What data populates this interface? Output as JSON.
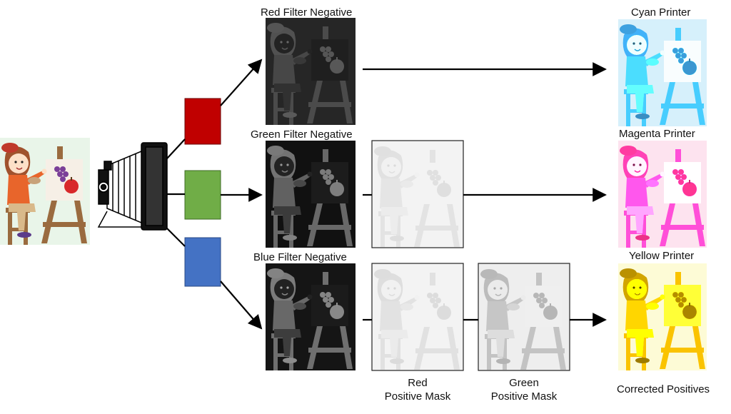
{
  "labels": {
    "red_negative": "Red Filter Negative",
    "green_negative": "Green Filter Negative",
    "blue_negative": "Blue Filter  Negative",
    "cyan_printer": "Cyan Printer",
    "magenta_printer": "Magenta Printer",
    "yellow_printer": "Yellow Printer",
    "red_mask_line1": "Red",
    "red_mask_line2": "Positive Mask",
    "green_mask_line1": "Green",
    "green_mask_line2": "Positive Mask",
    "corrected": "Corrected Positives"
  },
  "filters": [
    {
      "name": "red-filter",
      "color": "#c00000"
    },
    {
      "name": "green-filter",
      "color": "#70ad47"
    },
    {
      "name": "blue-filter",
      "color": "#4472c4"
    }
  ],
  "colors": {
    "cyan": "#5ec5ef",
    "magenta": "#e8308a",
    "yellow": "#f2ef00",
    "negative_bg": "#1a1a1a",
    "mask_bg": "#f3f3f3"
  },
  "icons": {
    "original": "girl-painting-illustration",
    "camera": "folding-camera-icon"
  }
}
